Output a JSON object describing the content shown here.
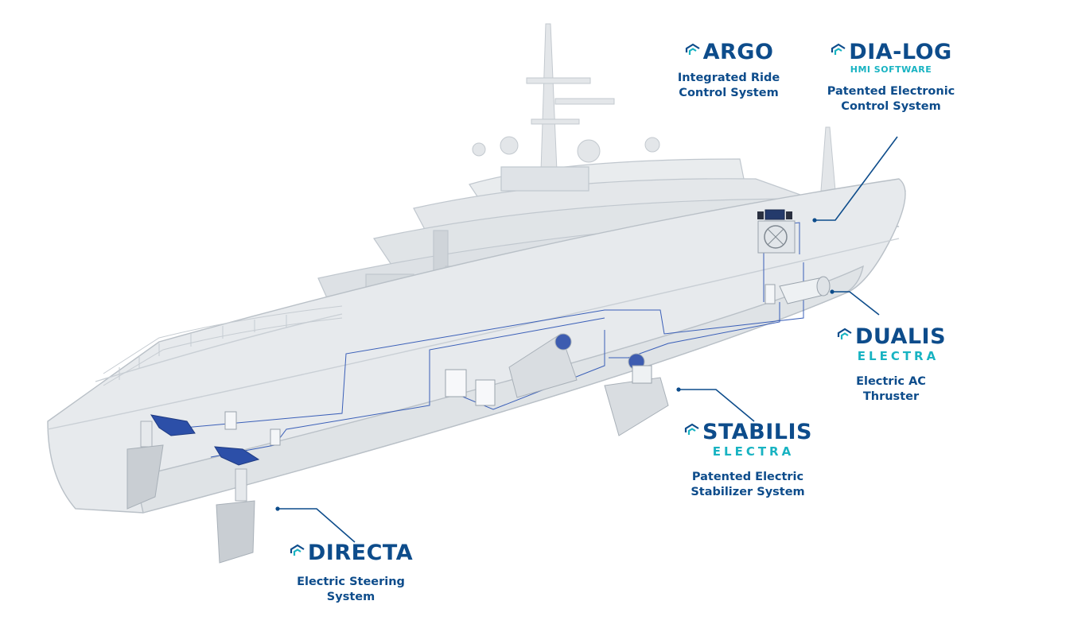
{
  "colors": {
    "brand_blue": "#0d4c8b",
    "accent_teal": "#18b3c2",
    "leader_line": "#0d4c8b",
    "ship_fill": "#e6e9ec",
    "ship_stroke": "#b9c0c7",
    "component_blue": "#2c4fa8"
  },
  "products": {
    "argo": {
      "logo_icon": "hexagon-chevron-logo",
      "name": "ARGO",
      "description_line1": "Integrated Ride",
      "description_line2": "Control System"
    },
    "dialog": {
      "logo_icon": "hexagon-chevron-logo",
      "name": "DIA-LOG",
      "subtitle": "HMI SOFTWARE",
      "description_line1": "Patented Electronic",
      "description_line2": "Control System"
    },
    "dualis": {
      "logo_icon": "hexagon-chevron-logo",
      "name": "DUALIS",
      "subtitle": "ELECTRA",
      "description_line1": "Electric AC",
      "description_line2": "Thruster"
    },
    "stabilis": {
      "logo_icon": "hexagon-chevron-logo",
      "name": "STABILIS",
      "subtitle": "ELECTRA",
      "description_line1": "Patented Electric",
      "description_line2": "Stabilizer System"
    },
    "directa": {
      "logo_icon": "hexagon-chevron-logo",
      "name": "DIRECTA",
      "description_line1": "Electric Steering",
      "description_line2": "System"
    }
  }
}
